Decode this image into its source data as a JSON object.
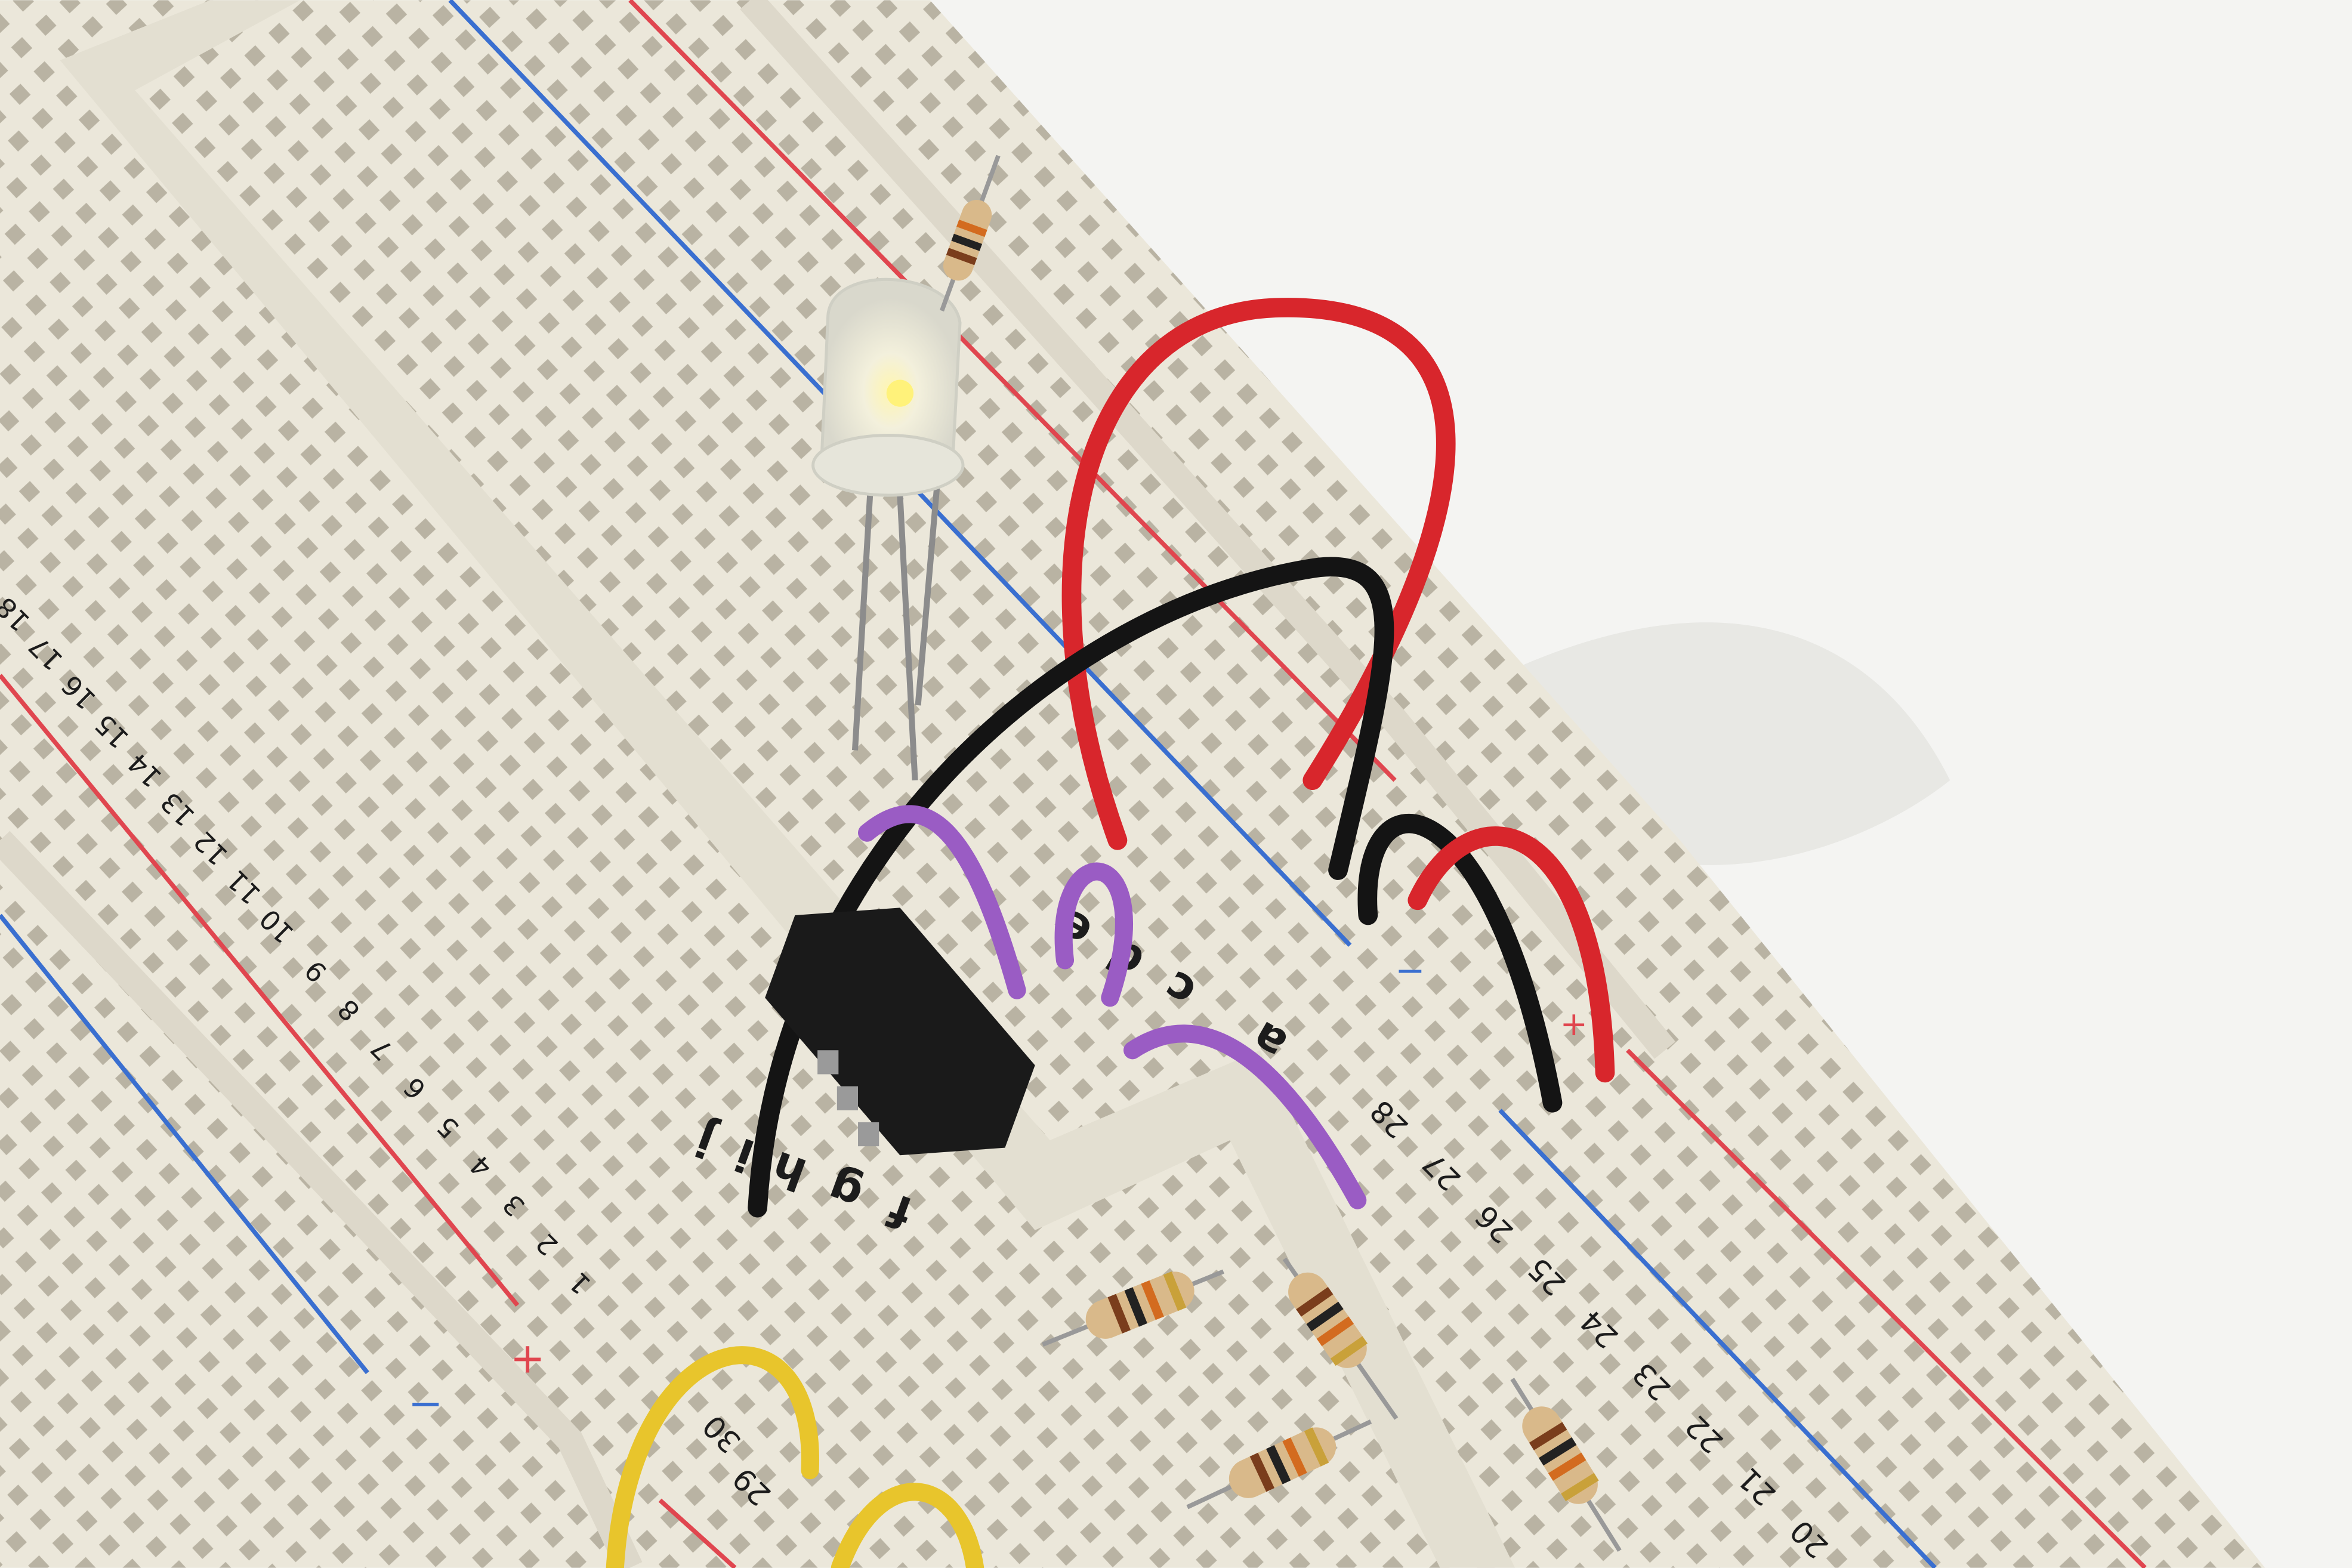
{
  "scene": {
    "subject": "breadboard-circuit",
    "colors": {
      "background": "#f4f4f2",
      "board": "#ebe7da",
      "hole": "#b9b3a3",
      "rail_red": "#e0464f",
      "rail_blue": "#3a6fd0",
      "wire_red": "#d8262c",
      "wire_black": "#141414",
      "wire_purple": "#9a5cc4",
      "wire_yellow": "#e8c52c",
      "ic": "#1a1a1a"
    }
  },
  "labels": {
    "row_letters_upper": [
      "a",
      "c",
      "d",
      "e"
    ],
    "row_letters_lower": [
      "f",
      "g",
      "h",
      "i",
      "j"
    ],
    "rail_plus": "+",
    "rail_minus": "−",
    "col_numbers_left": [
      "1",
      "2",
      "3",
      "4",
      "5",
      "6",
      "7",
      "8",
      "9",
      "10",
      "11",
      "12",
      "13",
      "14",
      "15",
      "16",
      "17",
      "18"
    ],
    "col_numbers_right": [
      "30",
      "29",
      "28",
      "27",
      "26",
      "25",
      "24",
      "23",
      "22",
      "21",
      "20"
    ]
  }
}
